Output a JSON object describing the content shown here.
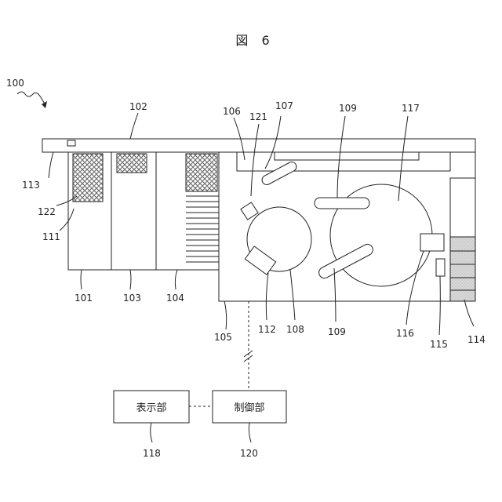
{
  "figure": {
    "title": "図 6",
    "device_ref": "100"
  },
  "labels": {
    "l101": "101",
    "l102": "102",
    "l103": "103",
    "l104": "104",
    "l105": "105",
    "l106": "106",
    "l107": "107",
    "l108": "108",
    "l109a": "109",
    "l109b": "109",
    "l111": "111",
    "l112": "112",
    "l113": "113",
    "l114": "114",
    "l115": "115",
    "l116": "116",
    "l117": "117",
    "l118": "118",
    "l120": "120",
    "l121": "121",
    "l122": "122"
  },
  "boxes": {
    "display_unit": "表示部",
    "control_unit": "制御部"
  },
  "colors": {
    "line": "#222222",
    "shade": "#d8d8d8"
  }
}
